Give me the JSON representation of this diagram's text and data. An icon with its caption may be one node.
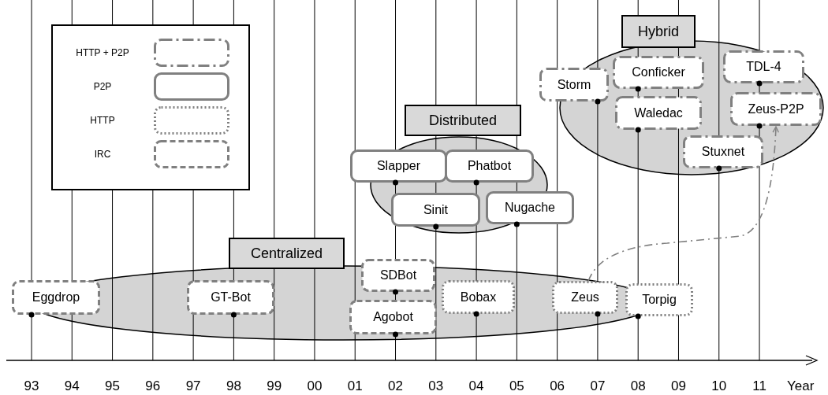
{
  "diagram": {
    "nodes": [
      {
        "text": [
          "Hybrid"
        ]
      },
      {
        "text": [
          "Storm"
        ]
      },
      {
        "text": [
          "Conficker"
        ]
      },
      {
        "text": [
          "TDL-4"
        ]
      },
      {
        "text": [
          "Waledac"
        ]
      },
      {
        "text": [
          "Zeus-P2P"
        ]
      },
      {
        "text": [
          "Stuxnet"
        ]
      },
      {
        "text": [
          "Distributed"
        ]
      },
      {
        "text": [
          "Slapper"
        ]
      },
      {
        "text": [
          "Phatbot"
        ]
      },
      {
        "text": [
          "Sinit"
        ]
      },
      {
        "text": [
          "Nugache"
        ]
      },
      {
        "text": [
          "Centralized"
        ]
      },
      {
        "text": [
          "SDBot"
        ]
      },
      {
        "text": [
          "Eggdrop"
        ]
      },
      {
        "text": [
          "GT-Bot"
        ]
      },
      {
        "text": [
          "Bobax"
        ]
      },
      {
        "text": [
          "Zeus"
        ]
      },
      {
        "text": [
          "Torpig"
        ]
      },
      {
        "text": [
          "Agobot"
        ]
      }
    ],
    "edges": [
      {
        "from": 17,
        "to": 5,
        "arrow": "to",
        "style": "dashed",
        "color": "#808080"
      }
    ],
    "labels": [
      "93",
      "94",
      "95",
      "96",
      "97",
      "98",
      "99",
      "00",
      "01",
      "02",
      "03",
      "04",
      "05",
      "06",
      "07",
      "08",
      "09",
      "10",
      "11",
      "Year"
    ],
    "legend": [
      {
        "text": "HTTP + P2P"
      },
      {
        "text": "P2P"
      },
      {
        "text": "HTTP"
      },
      {
        "text": "IRC"
      }
    ]
  }
}
